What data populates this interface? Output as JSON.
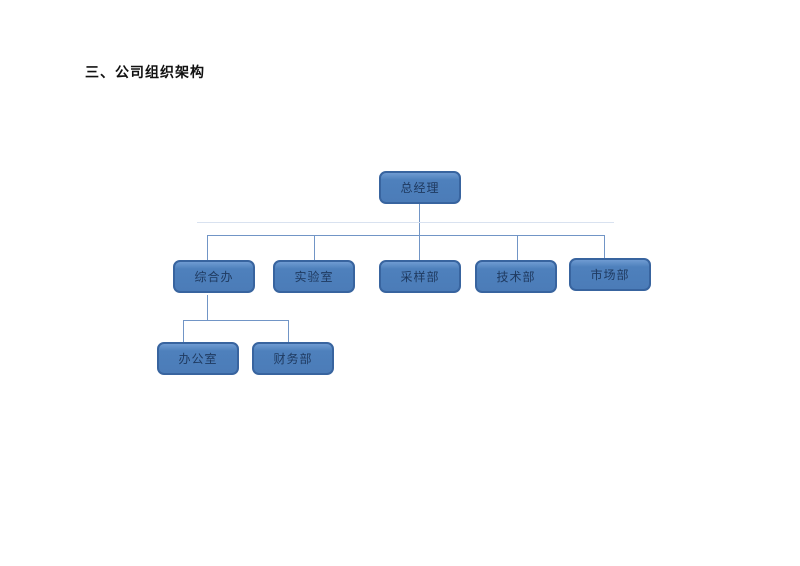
{
  "document": {
    "section_title": "三、公司组织架构"
  },
  "org_chart": {
    "nodes": [
      {
        "id": "general-manager",
        "label": "总经理",
        "level": 1
      },
      {
        "id": "general-office",
        "label": "综合办",
        "level": 2
      },
      {
        "id": "laboratory",
        "label": "实验室",
        "level": 2
      },
      {
        "id": "sampling-dept",
        "label": "采样部",
        "level": 2
      },
      {
        "id": "technology-dept",
        "label": "技术部",
        "level": 2
      },
      {
        "id": "marketing-dept",
        "label": "市场部",
        "level": 2
      },
      {
        "id": "admin-office",
        "label": "办公室",
        "level": 3
      },
      {
        "id": "finance-dept",
        "label": "财务部",
        "level": 3
      }
    ],
    "edges": [
      [
        "总经理",
        "综合办"
      ],
      [
        "总经理",
        "实验室"
      ],
      [
        "总经理",
        "采样部"
      ],
      [
        "总经理",
        "技术部"
      ],
      [
        "总经理",
        "市场部"
      ],
      [
        "综合办",
        "办公室"
      ],
      [
        "综合办",
        "财务部"
      ]
    ],
    "colors": {
      "box_fill": "#4e80bc",
      "box_border": "#38649f",
      "box_text": "#1f3a60",
      "connector": "#7195c6"
    }
  }
}
